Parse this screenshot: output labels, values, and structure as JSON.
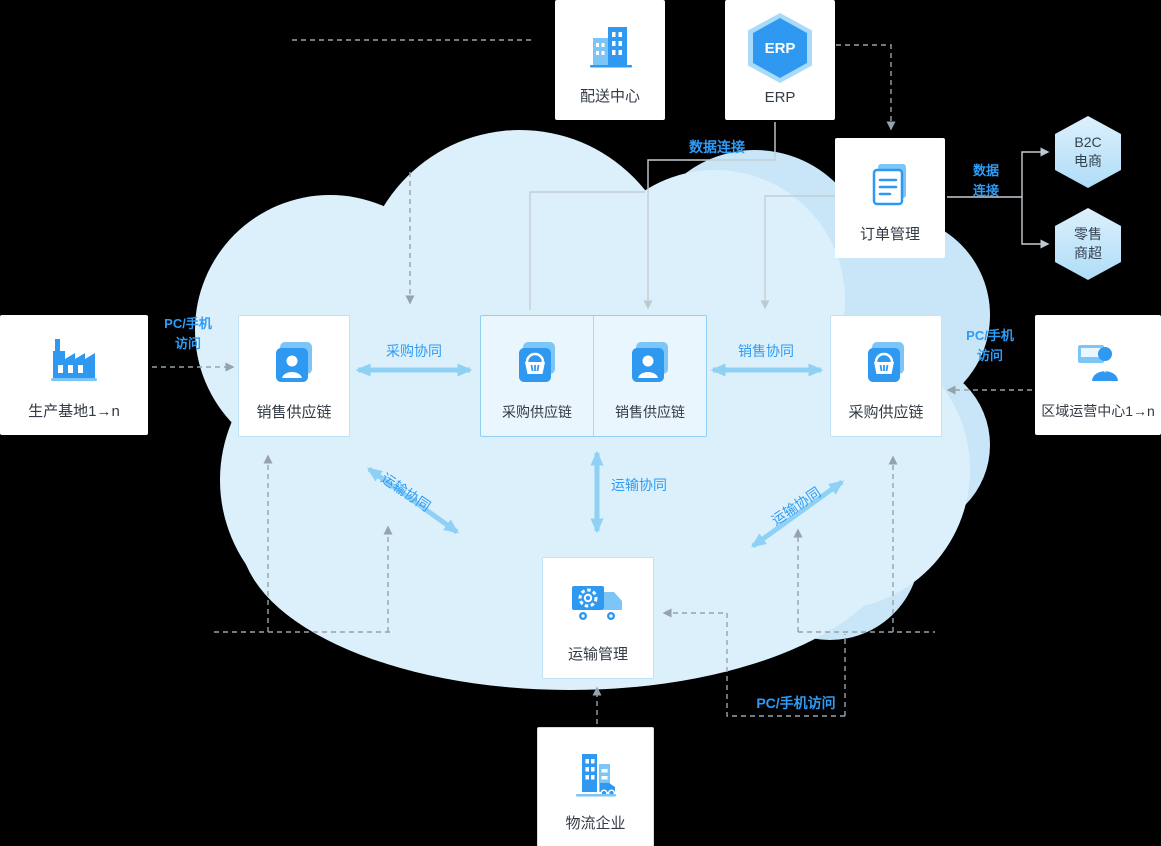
{
  "nodes": {
    "dist": {
      "label": "配送中心"
    },
    "erp": {
      "badge": "ERP",
      "label": "ERP"
    },
    "order": {
      "label": "订单管理"
    },
    "b2c": {
      "line1": "B2C",
      "line2": "电商"
    },
    "retail": {
      "line1": "零售",
      "line2": "商超"
    },
    "production": {
      "label": "生产基地1→n"
    },
    "sales_left": {
      "label": "销售供应链"
    },
    "purchase_center": {
      "label": "采购供应链"
    },
    "sales_center": {
      "label": "销售供应链"
    },
    "purchase_right": {
      "label": "采购供应链"
    },
    "regional": {
      "label": "区域运营中心1→n"
    },
    "transport": {
      "label": "运输管理"
    },
    "logistics": {
      "label": "物流企业"
    }
  },
  "labels": {
    "pc_left_1": "PC/手机",
    "pc_left_2": "访问",
    "pc_right_1": "PC/手机",
    "pc_right_2": "访问",
    "pc_bottom": "PC/手机访问",
    "data_link_top": "数据连接",
    "data_link_right_1": "数据",
    "data_link_right_2": "连接",
    "purchase_collab": "采购协同",
    "sales_collab": "销售协同",
    "transport_collab_left": "运输协同",
    "transport_collab_center": "运输协同",
    "transport_collab_right": "运输协同"
  },
  "colors": {
    "background": "#000000",
    "accent_blue": "#2E9CF6",
    "icon_blue": "#2F99F2",
    "icon_light_blue": "#7CC6F7",
    "cloud_light": "#DBF0FB",
    "cloud_accent": "#C9E6F8",
    "arrow_blue": "#8ED1F5",
    "node_text": "#333A45"
  }
}
